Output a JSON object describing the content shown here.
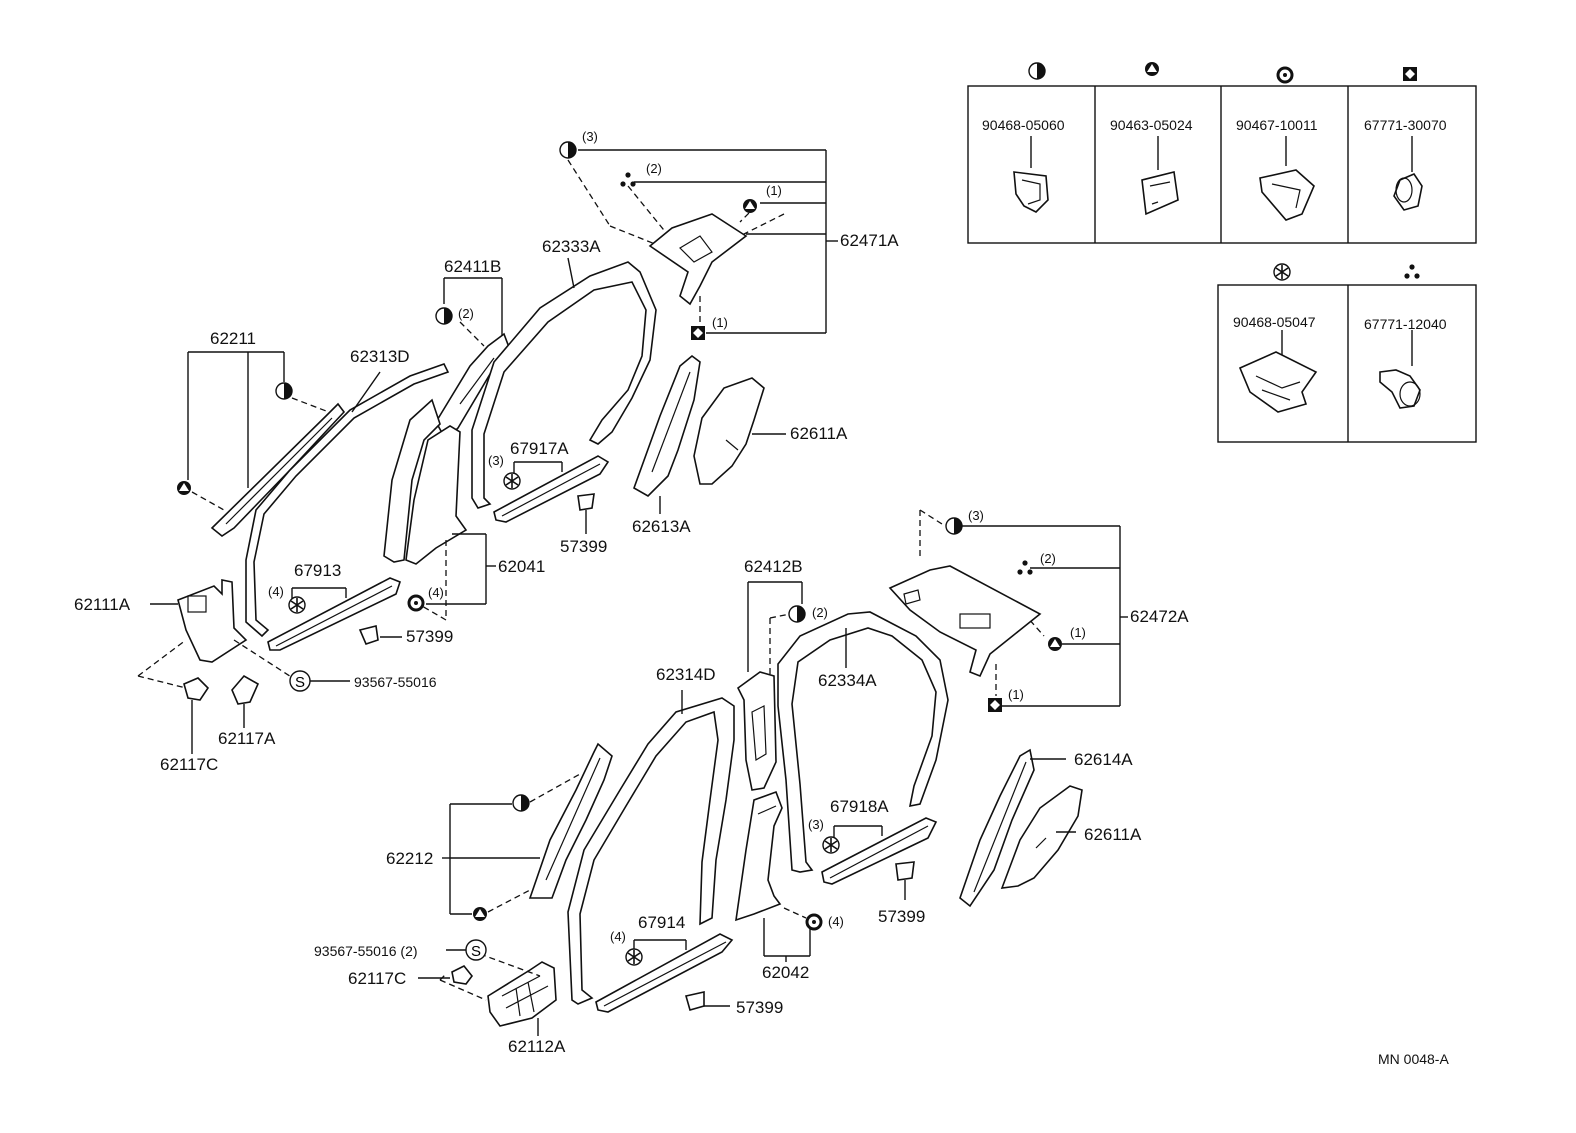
{
  "legend": {
    "row1": [
      {
        "symbol": "half-circle-icon",
        "part_no": "90468-05060"
      },
      {
        "symbol": "triangle-in-circle-icon",
        "part_no": "90463-05024"
      },
      {
        "symbol": "ring-icon",
        "part_no": "90467-10011"
      },
      {
        "symbol": "diamond-in-square-icon",
        "part_no": "67771-30070"
      }
    ],
    "row2": [
      {
        "symbol": "asterisk-circle-icon",
        "part_no": "90468-05047"
      },
      {
        "symbol": "three-dots-icon",
        "part_no": "67771-12040"
      }
    ]
  },
  "labels": {
    "p62211": "62211",
    "p62313D": "62313D",
    "p62411B": "62411B",
    "p62333A": "62333A",
    "p62471A": "62471A",
    "p62611A_top": "62611A",
    "p62613A": "62613A",
    "p67917A": "67917A",
    "p57399_a": "57399",
    "p57399_b": "57399",
    "p62041": "62041",
    "p67913": "67913",
    "p62111A": "62111A",
    "p93567_a": "93567-55016",
    "p62117A": "62117A",
    "p62117C_a": "62117C",
    "p62412B": "62412B",
    "p62472A": "62472A",
    "p62314D": "62314D",
    "p62334A": "62334A",
    "p62614A": "62614A",
    "p67918A": "67918A",
    "p62611A_bot": "62611A",
    "p57399_c": "57399",
    "p62212": "62212",
    "p67914": "67914",
    "p62042": "62042",
    "p57399_d": "57399",
    "p93567_b": "93567-55016 (2)",
    "p62117C_b": "62117C",
    "p62112A": "62112A",
    "ref": "MN  0048-A"
  },
  "qty": {
    "q1": "(3)",
    "q2": "(2)",
    "q3": "(1)",
    "q4": "(1)",
    "q5": "(2)",
    "q6": "(3)",
    "q7": "(4)",
    "q8": "(4)",
    "q9": "(3)",
    "q10": "(2)",
    "q11": "(1)",
    "q12": "(1)",
    "q13": "(2)",
    "q14": "(3)",
    "q15": "(4)",
    "q16": "(4)"
  }
}
